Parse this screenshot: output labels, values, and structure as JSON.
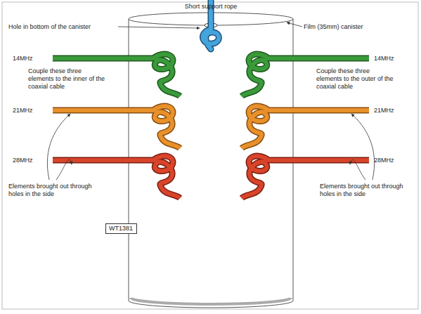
{
  "diagram": {
    "nodes": [
      {
        "text": [
          "WT1381"
        ]
      }
    ],
    "labels": [
      "Short support rope",
      "Hole in bottom of the canister",
      "Film (35mm) canister",
      "14MHz",
      "14MHz",
      "Couple these three elements to the inner of the coaxial cable",
      "Couple these three elements to the outer of the coaxial cable",
      "21MHz",
      "21MHz",
      "28MHz",
      "28MHz",
      "Elements brought out through holes in the side",
      "Elements brought out through holes in the side"
    ]
  }
}
